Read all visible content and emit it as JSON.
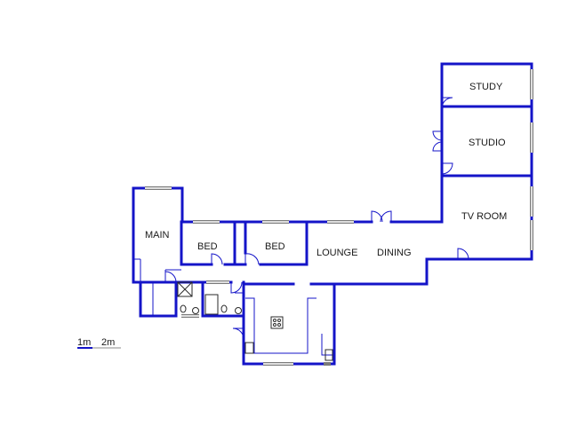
{
  "rooms": {
    "study": "STUDY",
    "studio": "STUDIO",
    "tv_room": "TV ROOM",
    "main": "MAIN",
    "bed_1": "BED",
    "bed_2": "BED",
    "lounge": "LOUNGE",
    "dining": "DINING"
  },
  "scale_bar": {
    "label_1": "1m",
    "label_2": "2m"
  },
  "colors": {
    "wall": "#1414c8",
    "window": "#7a7a7a"
  }
}
